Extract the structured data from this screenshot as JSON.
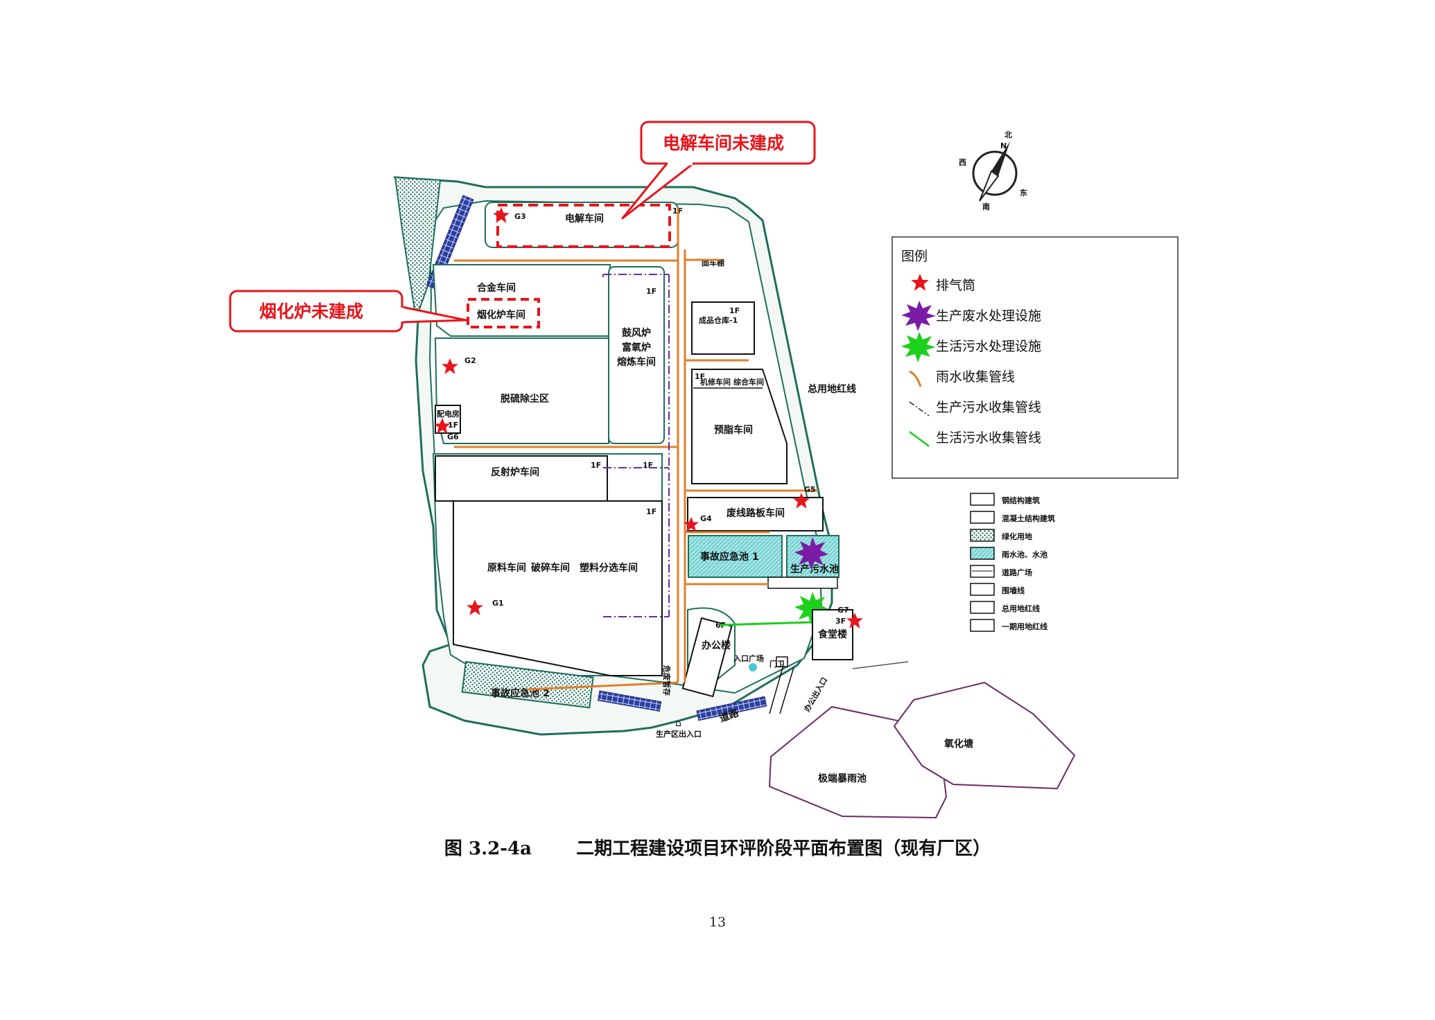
{
  "callouts": {
    "electrolysis": "电解车间未建成",
    "fuming": "烟化炉未建成"
  },
  "buildings": {
    "electrolysis": "电解车间",
    "alloy": "合金车间",
    "fuming": "烟化炉车间",
    "blast": [
      "鼓风炉",
      "富氧炉",
      "熔炼车间"
    ],
    "dust": "脱硫除尘区",
    "power": "配电房",
    "reverb": "反射炉车间",
    "raw": "原料车间",
    "crush": "破碎车间",
    "plastic": "塑料分选车间",
    "shed": "固车棚",
    "warehouse": "成品仓库-1",
    "pretreat": "预脂车间",
    "pretreat_a": "机修车间",
    "pretreat_b": "综合车间",
    "scrap": "废线路板车间",
    "emergency1": "事故应急池 1",
    "emergency2": "事故应急池 2",
    "sewage": "生产污水池",
    "office": "办公楼",
    "canteen": "食堂楼",
    "plaza": "入口广场",
    "guard": "门卫",
    "storm_pond": "极端暴雨池",
    "oxidation_pond": "氧化塘",
    "hazard": "危废暂存",
    "redline": "总用地红线",
    "prod_entrance": "生产区出入口",
    "office_entrance": "办公出入口",
    "road": "道路"
  },
  "floors": {
    "f1": "1F",
    "f3": "3F",
    "f6": "6F"
  },
  "stacks": [
    "G1",
    "G2",
    "G3",
    "G4",
    "G5",
    "G6",
    "G7"
  ],
  "compass": {
    "north": "北",
    "south": "南",
    "east": "东",
    "west": "西",
    "n": "N"
  },
  "legend": {
    "title": "图例",
    "items": [
      "排气筒",
      "生产废水处理设施",
      "生活污水处理设施",
      "雨水收集管线",
      "生产污水收集管线",
      "生活污水收集管线"
    ]
  },
  "key": [
    "钢结构建筑",
    "混凝土结构建筑",
    "绿化用地",
    "雨水池、水池",
    "道路广场",
    "围墙线",
    "总用地红线",
    "一期用地红线"
  ],
  "caption": {
    "number": "图 3.2-4a",
    "title": "二期工程建设项目环评阶段平面布置图（现有厂区）"
  },
  "page_number": "13",
  "colors": {
    "callout_red": "#e8141b",
    "stack_red": "#e8141b",
    "green_boundary": "#1d6e5c",
    "rain_orange": "#e07f2a",
    "prod_purple": "#6a2aa0",
    "domestic_green": "#1bcc1b",
    "pool_cyan": "#9fe6e6",
    "solar_blue": "#2c3fa0"
  }
}
